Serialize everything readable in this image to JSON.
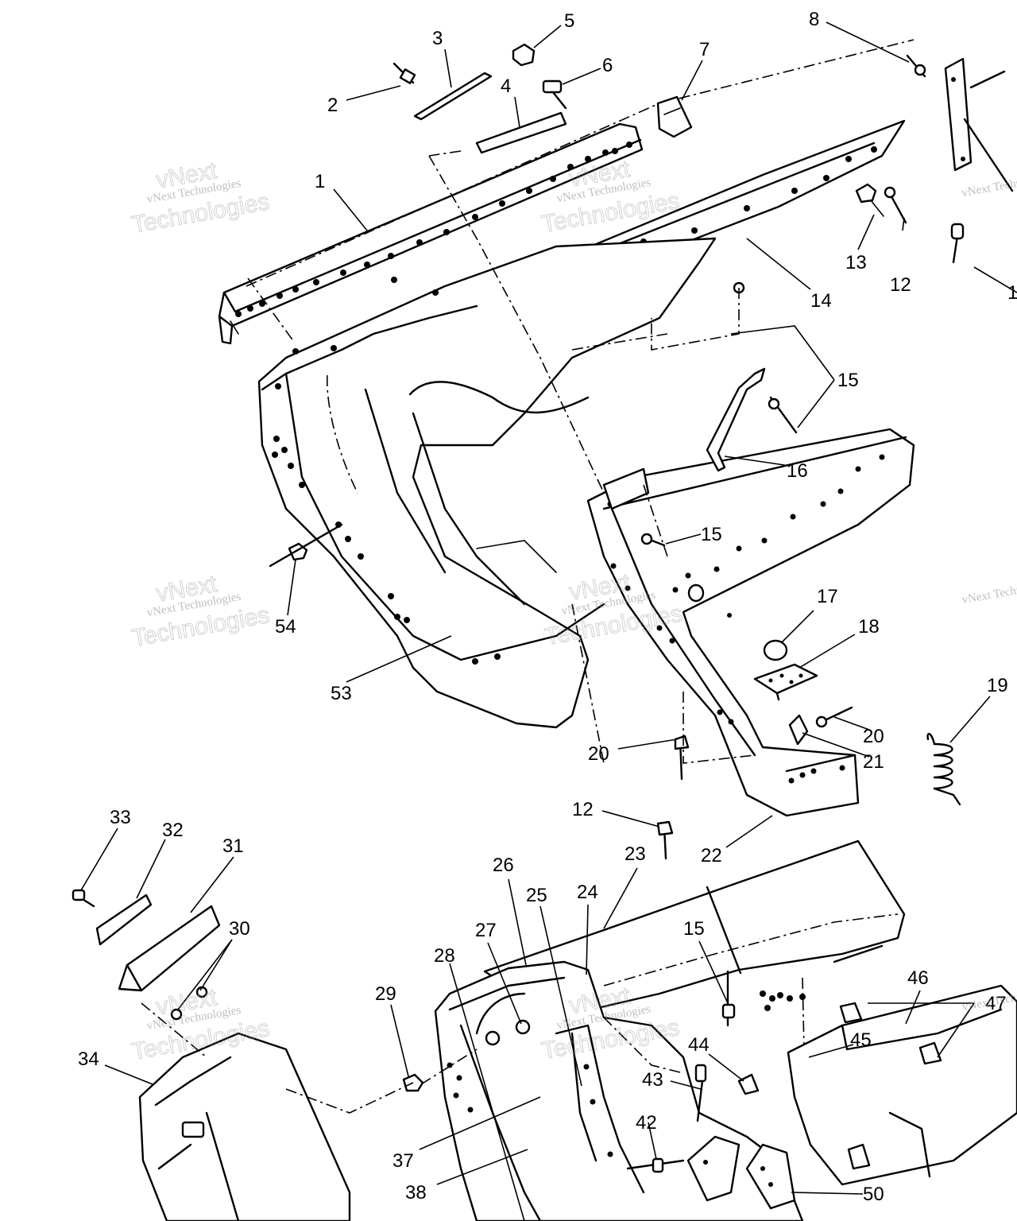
{
  "callouts": [
    {
      "id": "c1",
      "label": "1"
    },
    {
      "id": "c2",
      "label": "2"
    },
    {
      "id": "c3",
      "label": "3"
    },
    {
      "id": "c4",
      "label": "4"
    },
    {
      "id": "c5",
      "label": "5"
    },
    {
      "id": "c6",
      "label": "6"
    },
    {
      "id": "c7",
      "label": "7"
    },
    {
      "id": "c8",
      "label": "8"
    },
    {
      "id": "c12a",
      "label": "12"
    },
    {
      "id": "c13",
      "label": "13"
    },
    {
      "id": "c14",
      "label": "14"
    },
    {
      "id": "c15a",
      "label": "15"
    },
    {
      "id": "c16",
      "label": "16"
    },
    {
      "id": "c15b",
      "label": "15"
    },
    {
      "id": "c17",
      "label": "17"
    },
    {
      "id": "c18",
      "label": "18"
    },
    {
      "id": "c19",
      "label": "19"
    },
    {
      "id": "c20a",
      "label": "20"
    },
    {
      "id": "c21",
      "label": "21"
    },
    {
      "id": "c20b",
      "label": "20"
    },
    {
      "id": "c12b",
      "label": "12"
    },
    {
      "id": "c22",
      "label": "22"
    },
    {
      "id": "c23",
      "label": "23"
    },
    {
      "id": "c24",
      "label": "24"
    },
    {
      "id": "c25",
      "label": "25"
    },
    {
      "id": "c26",
      "label": "26"
    },
    {
      "id": "c27",
      "label": "27"
    },
    {
      "id": "c28",
      "label": "28"
    },
    {
      "id": "c29",
      "label": "29"
    },
    {
      "id": "c30",
      "label": "30"
    },
    {
      "id": "c31",
      "label": "31"
    },
    {
      "id": "c32",
      "label": "32"
    },
    {
      "id": "c33",
      "label": "33"
    },
    {
      "id": "c34",
      "label": "34"
    },
    {
      "id": "c37",
      "label": "37"
    },
    {
      "id": "c38",
      "label": "38"
    },
    {
      "id": "c42",
      "label": "42"
    },
    {
      "id": "c43",
      "label": "43"
    },
    {
      "id": "c44",
      "label": "44"
    },
    {
      "id": "c45",
      "label": "45"
    },
    {
      "id": "c46",
      "label": "46"
    },
    {
      "id": "c47",
      "label": "47"
    },
    {
      "id": "c50",
      "label": "50"
    },
    {
      "id": "c53",
      "label": "53"
    },
    {
      "id": "c54",
      "label": "54"
    },
    {
      "id": "c15c",
      "label": "15"
    },
    {
      "id": "c1cut",
      "label": "1"
    }
  ],
  "watermark": {
    "line1": "vNext",
    "line2": "vNext Technologies",
    "line3": "Technologies"
  }
}
